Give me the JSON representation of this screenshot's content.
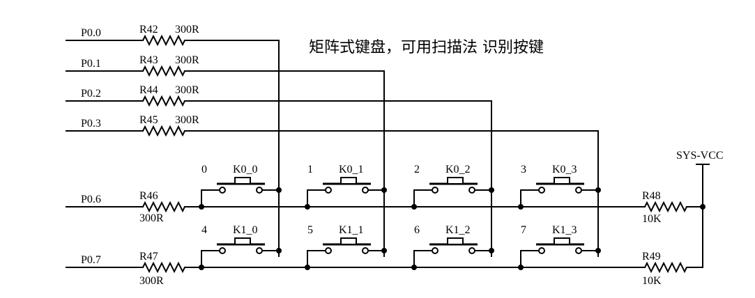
{
  "title": "矩阵式键盘，可用扫描法 识别按键",
  "rows": [
    {
      "port": "P0.0",
      "resistor": "R42",
      "value": "300R"
    },
    {
      "port": "P0.1",
      "resistor": "R43",
      "value": "300R"
    },
    {
      "port": "P0.2",
      "resistor": "R44",
      "value": "300R"
    },
    {
      "port": "P0.3",
      "resistor": "R45",
      "value": "300R"
    }
  ],
  "columns": [
    {
      "port": "P0.6",
      "resistor": "R46",
      "value": "300R",
      "pullup": "R48",
      "pullup_value": "10K"
    },
    {
      "port": "P0.7",
      "resistor": "R47",
      "value": "300R",
      "pullup": "R49",
      "pullup_value": "10K"
    }
  ],
  "supply": "SYS-VCC",
  "keys": [
    {
      "num": "0",
      "label": "K0_0"
    },
    {
      "num": "1",
      "label": "K0_1"
    },
    {
      "num": "2",
      "label": "K0_2"
    },
    {
      "num": "3",
      "label": "K0_3"
    },
    {
      "num": "4",
      "label": "K1_0"
    },
    {
      "num": "5",
      "label": "K1_1"
    },
    {
      "num": "6",
      "label": "K1_2"
    },
    {
      "num": "7",
      "label": "K1_3"
    }
  ]
}
